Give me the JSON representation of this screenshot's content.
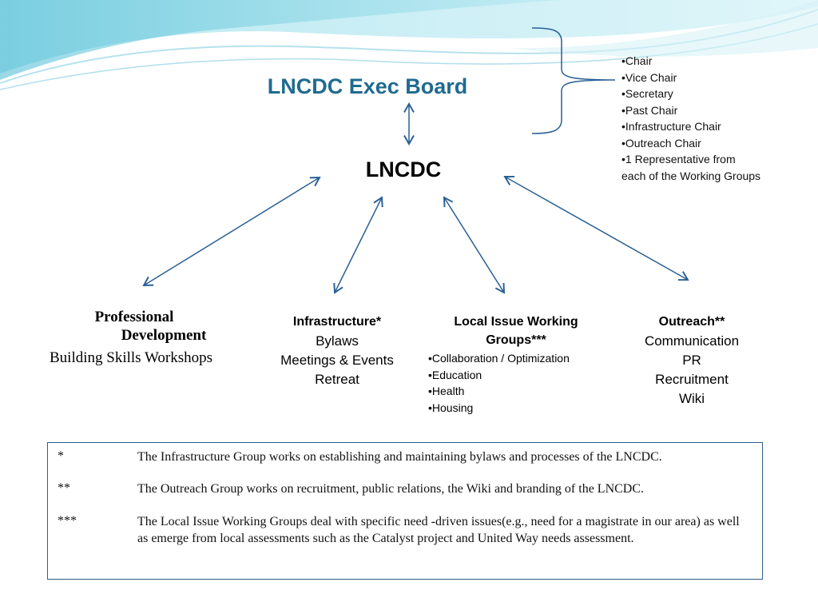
{
  "exec_board": {
    "title": "LNCDC Exec Board"
  },
  "center": {
    "title": "LNCDC"
  },
  "exec_roles": [
    "•Chair",
    "•Vice Chair",
    "•Secretary",
    "•Past Chair",
    "•Infrastructure Chair",
    "•Outreach Chair",
    "•1 Representative from each of the Working Groups"
  ],
  "groups": {
    "professional": {
      "title_line1": "Professional",
      "title_line2": "Development",
      "items": [
        "Building Skills Workshops"
      ]
    },
    "infrastructure": {
      "title": "Infrastructure*",
      "items": [
        "Bylaws",
        "Meetings & Events",
        "Retreat"
      ]
    },
    "local": {
      "title_line1": "Local Issue Working",
      "title_line2": "Groups***",
      "items": [
        "•Collaboration / Optimization",
        "•Education",
        "•Health",
        "•Housing"
      ]
    },
    "outreach": {
      "title": "Outreach**",
      "items": [
        "Communication",
        "PR",
        "Recruitment",
        "Wiki"
      ]
    }
  },
  "notes": [
    {
      "mark": "*",
      "text": "The Infrastructure Group works on establishing and maintaining bylaws and processes of the LNCDC."
    },
    {
      "mark": "**",
      "text": "The Outreach Group works on recruitment, public relations, the Wiki and branding of the LNCDC."
    },
    {
      "mark": "***",
      "text": "The Local Issue Working Groups deal with specific need -driven issues(e.g., need for a magistrate in our area) as well as emerge from local assessments such as the Catalyst project and United Way needs assessment."
    }
  ],
  "colors": {
    "title": "#1f6b8f",
    "arrow": "#2a5f95",
    "box_border": "#2f5d8a",
    "wave": "#5ec6dc"
  }
}
